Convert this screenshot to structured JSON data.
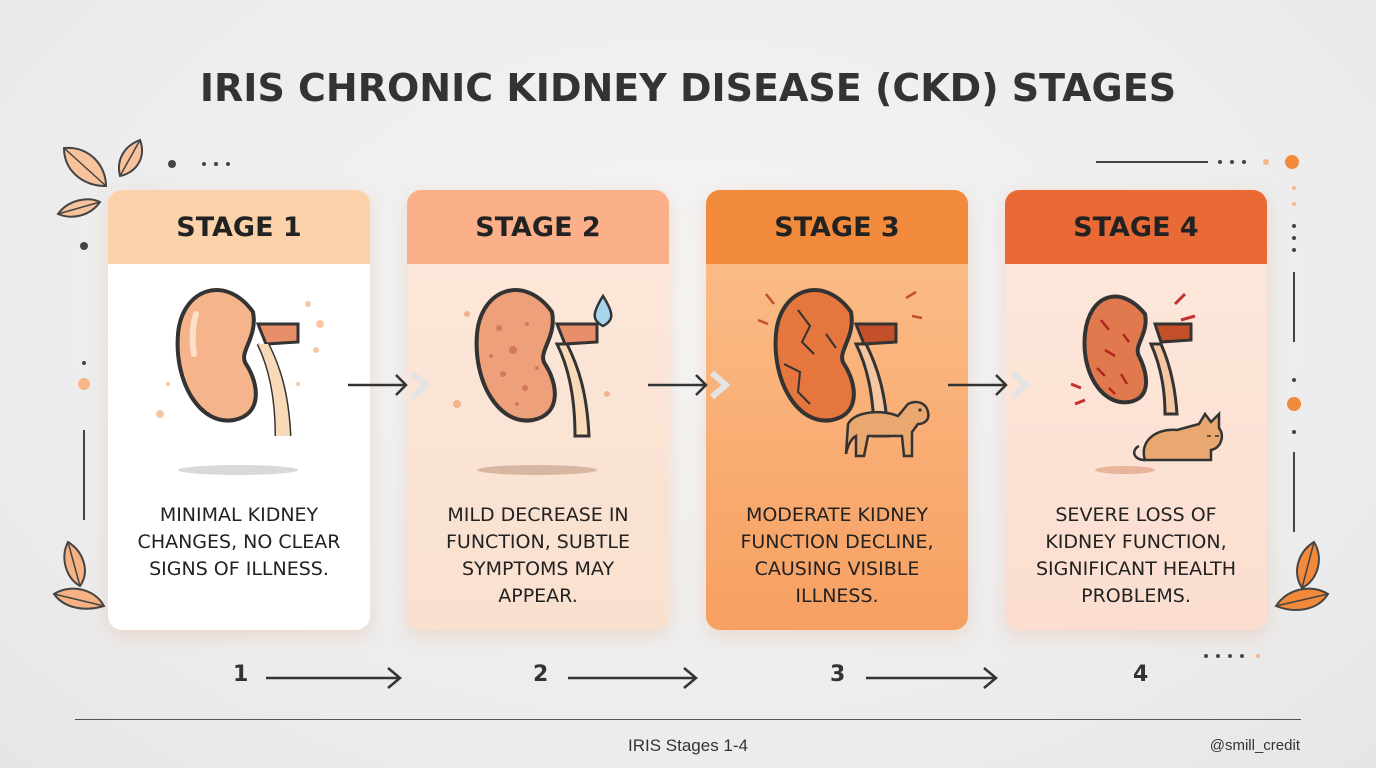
{
  "title": "IRIS CHRONIC KIDNEY DISEASE (CKD) STAGES",
  "stages": [
    {
      "label": "STAGE 1",
      "description": "MINIMAL KIDNEY CHANGES, NO CLEAR SIGNS OF ILLNESS.",
      "number": "1"
    },
    {
      "label": "STAGE 2",
      "description": "MILD DECREASE IN FUNCTION, SUBTLE SYMPTOMS MAY APPEAR.",
      "number": "2"
    },
    {
      "label": "STAGE 3",
      "description": "MODERATE KIDNEY FUNCTION DECLINE, CAUSING VISIBLE ILLNESS.",
      "number": "3"
    },
    {
      "label": "STAGE 4",
      "description": "SEVERE LOSS OF KIDNEY FUNCTION, SIGNIFICANT HEALTH PROBLEMS.",
      "number": "4"
    }
  ],
  "footer": {
    "caption": "IRIS Stages 1-4",
    "handle": "@smill_credit"
  },
  "colors": {
    "stage1_header": "#fcd2ab",
    "stage2_header": "#fbb08a",
    "stage3_header": "#f28a3c",
    "stage4_header": "#ea6a35",
    "accent": "#f28a3c"
  },
  "icons": [
    "kidney-icon",
    "water-drop-icon",
    "dog-icon",
    "cat-icon",
    "leaf-icon",
    "arrow-right-icon"
  ]
}
